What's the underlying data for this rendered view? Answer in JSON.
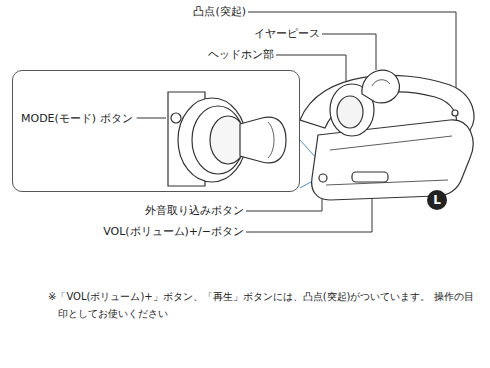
{
  "diagram": {
    "nodes": [
      {
        "text": [
          "MODE(モード) ボタン"
        ]
      },
      {
        "text": [
          "L"
        ]
      }
    ],
    "labels": [
      "凸点(突起)",
      "イヤーピース",
      "ヘッドホン部",
      "外音取り込みボタン",
      "VOL(ボリューム)+/−ボタン",
      "※「VOL(ボリューム)+」ボタン、「再生」ボタンには、凸点(突起)がついています。 操作の目印としてお使いください"
    ]
  }
}
